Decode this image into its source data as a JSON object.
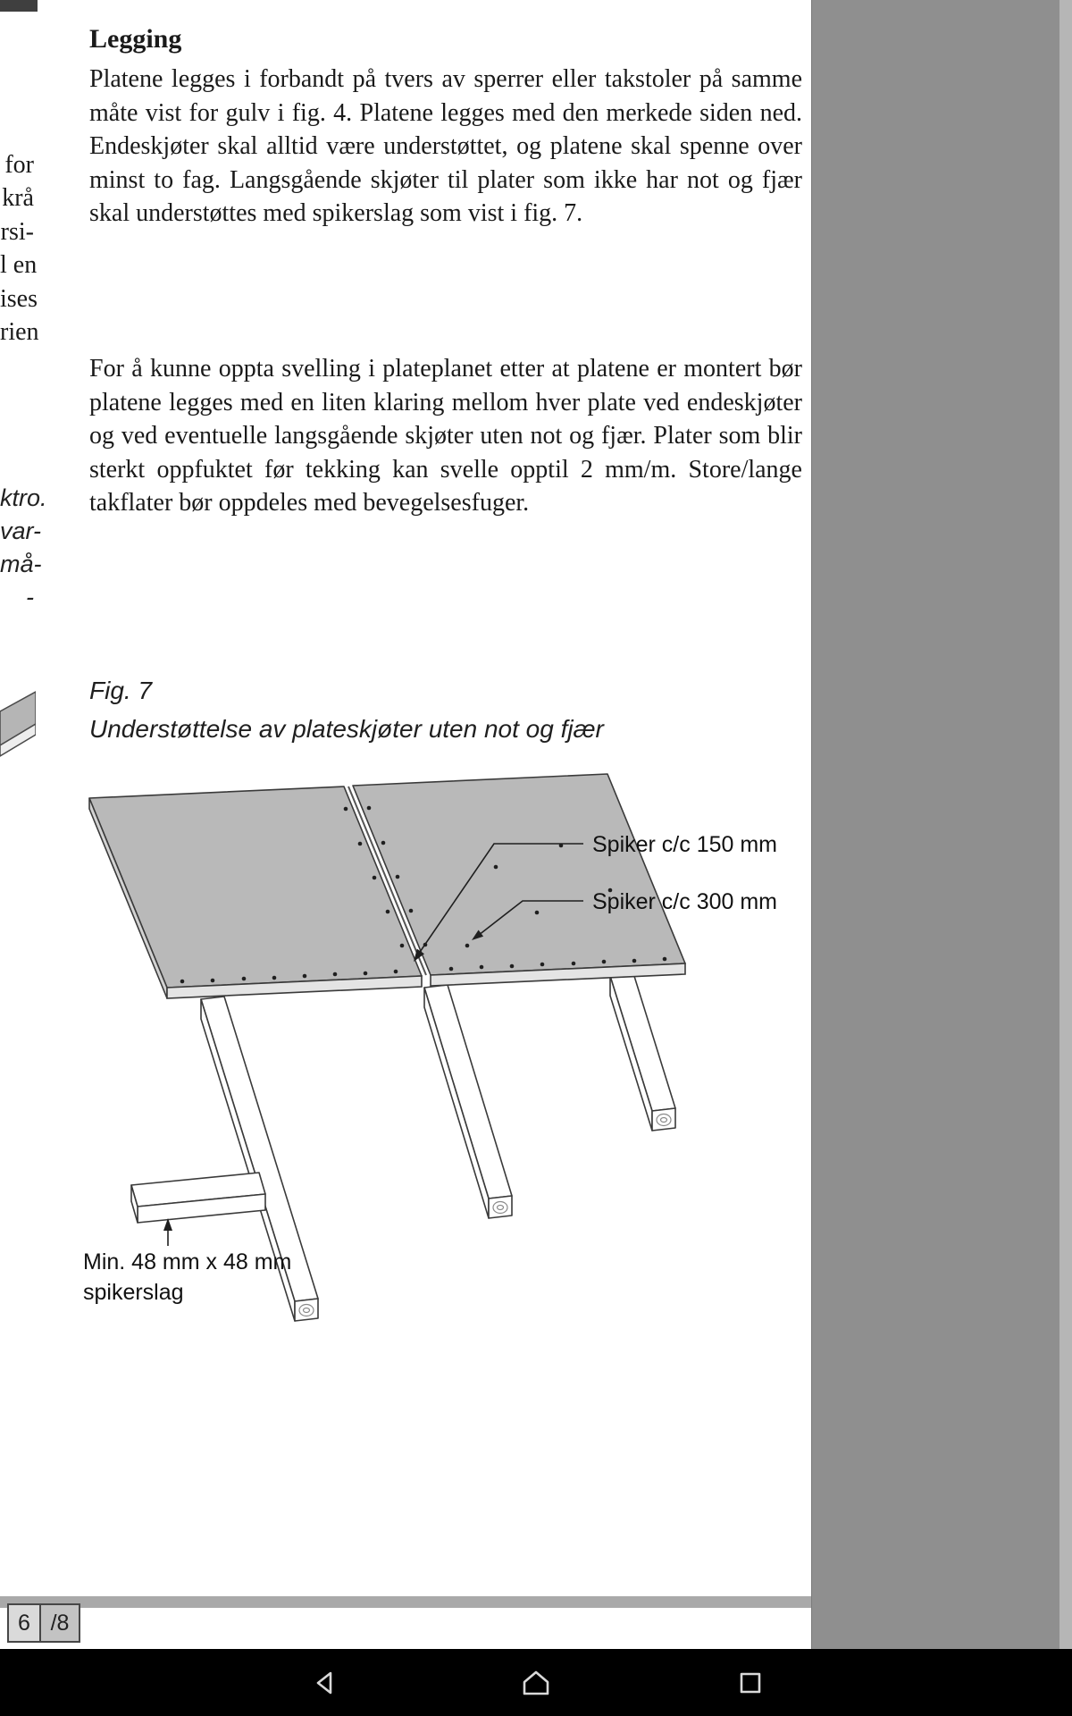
{
  "colors": {
    "surround_background": "#8f8f8f",
    "page_background": "#ffffff",
    "plate_fill": "#b9b9b9",
    "nav_bar_background": "#000000",
    "body_text": "#1a1a1a"
  },
  "document": {
    "heading": "Legging",
    "paragraph_1": "Platene legges i forbandt på tvers av sperrer eller takstoler på samme måte vist for gulv i fig. 4. Platene legges med den merkede siden ned. Endeskjøter skal alltid være understøttet, og platene skal spenne over minst to fag. Langsgående skjøter til plater som ikke har not og fjær skal understøttes med spikerslag som vist i fig. 7.",
    "paragraph_2": "For å kunne oppta svelling i plateplanet etter at platene er montert bør platene legges med en liten klaring mellom hver plate ved endeskjøter og ved eventuelle langsgående skjøter uten not og fjær. Plater som blir sterkt oppfuktet før tekking kan svelle opptil 2 mm/m. Store/lange takflater bør oppdeles med bevegelsesfuger.",
    "figure_caption": {
      "line1": "Fig. 7",
      "line2": "Understøttelse av plateskjøter uten not og fjær"
    }
  },
  "left_column_fragments": {
    "serif": [
      "for",
      "krå",
      "rsi-",
      "l en",
      "ises",
      "rien"
    ],
    "italic": [
      "ktro.",
      "var-",
      "må-",
      "-"
    ]
  },
  "figure": {
    "labels": {
      "spiker_150": "Spiker c/c 150 mm",
      "spiker_300": "Spiker c/c 300 mm",
      "spikerslag_line1": "Min. 48 mm x 48 mm",
      "spikerslag_line2": "spikerslag"
    }
  },
  "pager": {
    "current_page": "6",
    "page_suffix": "/8"
  },
  "nav_bar": {
    "icons": [
      "back",
      "home",
      "recents"
    ]
  }
}
